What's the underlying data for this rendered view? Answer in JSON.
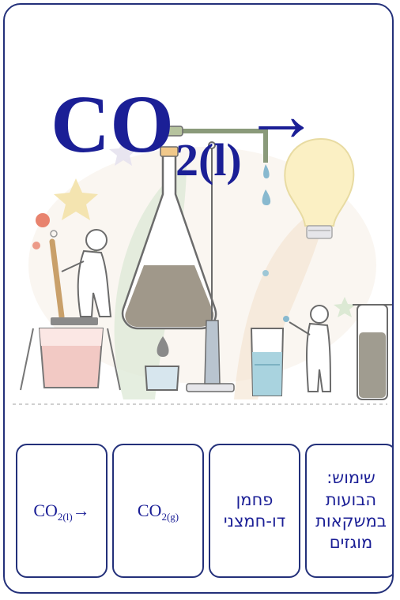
{
  "card": {
    "formula": {
      "base": "CO",
      "subscript": "2(l)",
      "arrow": "→"
    },
    "options": [
      {
        "base": "CO",
        "subscript": "2(l)",
        "arrow": "→"
      },
      {
        "base": "CO",
        "subscript": "2(g)"
      },
      {
        "line1": "פחמן",
        "line2": "דו-חמצני"
      },
      {
        "line1": "שימוש:",
        "line2": "הבועות",
        "line3": "במשקאות",
        "line4": "מוגזים"
      }
    ]
  },
  "colors": {
    "border": "#23307a",
    "text": "#1b1f96"
  },
  "icons": [
    "flask-icon",
    "beaker-icon",
    "test-tube-icon",
    "lightbulb-icon",
    "scientist-icon"
  ]
}
